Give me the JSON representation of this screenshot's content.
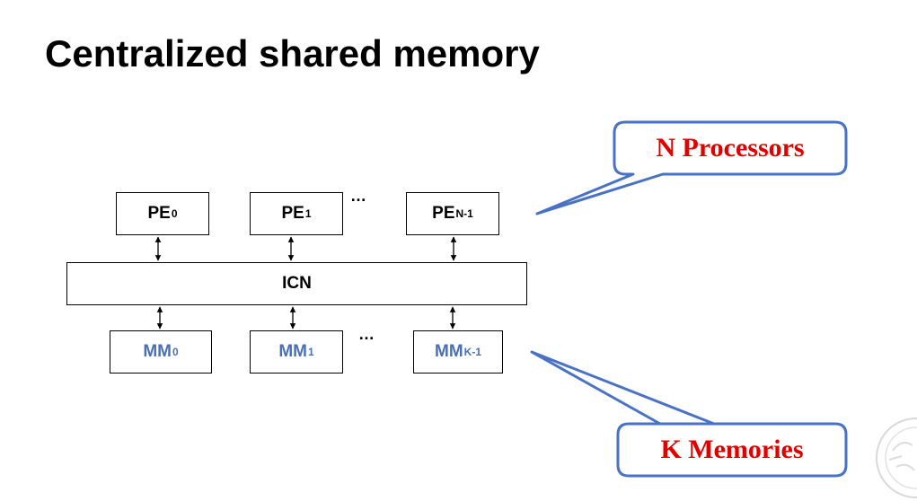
{
  "title": "Centralized shared memory",
  "processors": [
    {
      "base": "PE",
      "sub": "0"
    },
    {
      "base": "PE",
      "sub": "1"
    },
    {
      "base": "PE",
      "sub": "N-1"
    }
  ],
  "memories": [
    {
      "base": "MM",
      "sub": "0"
    },
    {
      "base": "MM",
      "sub": "1"
    },
    {
      "base": "MM",
      "sub": "K-1"
    }
  ],
  "ellipsis": "…",
  "icn_label": "ICN",
  "callouts": {
    "processors": "N Processors",
    "memories": "K Memories"
  },
  "colors": {
    "memory_text": "#4a6fb3",
    "callout_text": "#e00000",
    "callout_border": "#4a72c4"
  }
}
